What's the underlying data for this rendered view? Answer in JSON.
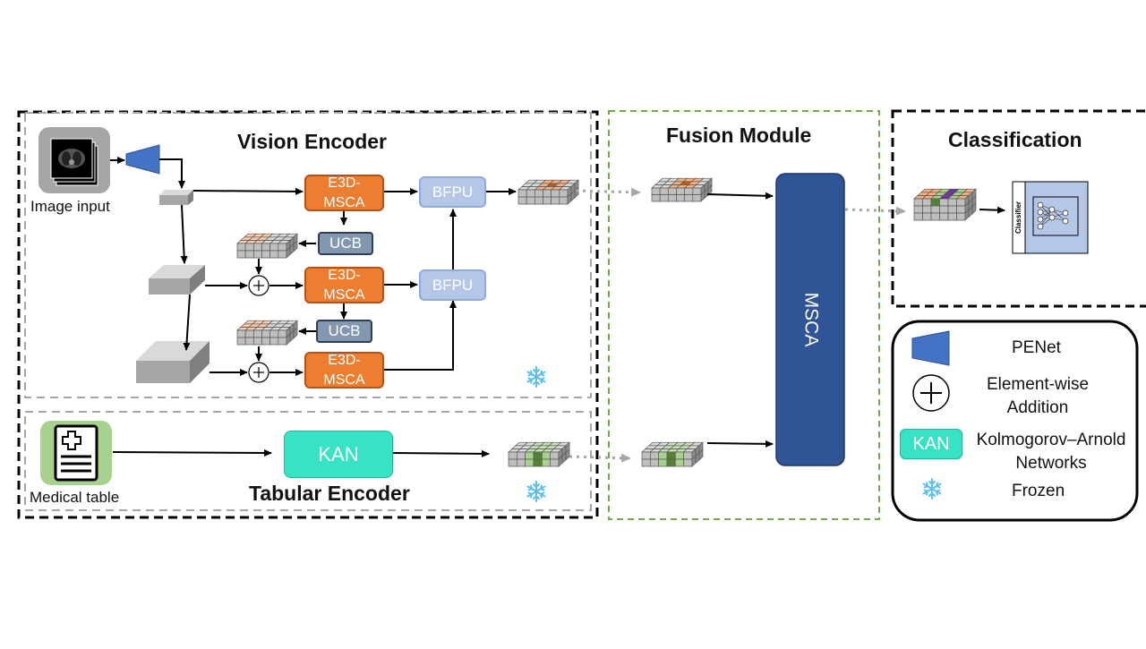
{
  "sections": {
    "vision_encoder": "Vision Encoder",
    "tabular_encoder": "Tabular Encoder",
    "fusion_module": "Fusion Module",
    "classification": "Classification"
  },
  "inputs": {
    "image": "Image input",
    "table": "Medical table"
  },
  "blocks": {
    "e3d_msca": "E3D-\nMSCA",
    "ucb": "UCB",
    "bfpu": "BFPU",
    "kan": "KAN",
    "msca": "MSCA",
    "classifier": "Classifier"
  },
  "legend": {
    "penet": "PENet",
    "addition": "Element-wise\nAddition",
    "kan_label": "KAN",
    "kan": "Kolmogorov–Arnold\nNetworks",
    "frozen": "Frozen"
  },
  "colors": {
    "e3d": "#ed7d31",
    "ucb": "#8497b0",
    "bfpu": "#b4c7e7",
    "kan": "#37e3c4",
    "msca": "#2f5597",
    "penet": "#4472c4",
    "fusion_border": "#70ad47",
    "frozen": "#5bc0eb"
  }
}
